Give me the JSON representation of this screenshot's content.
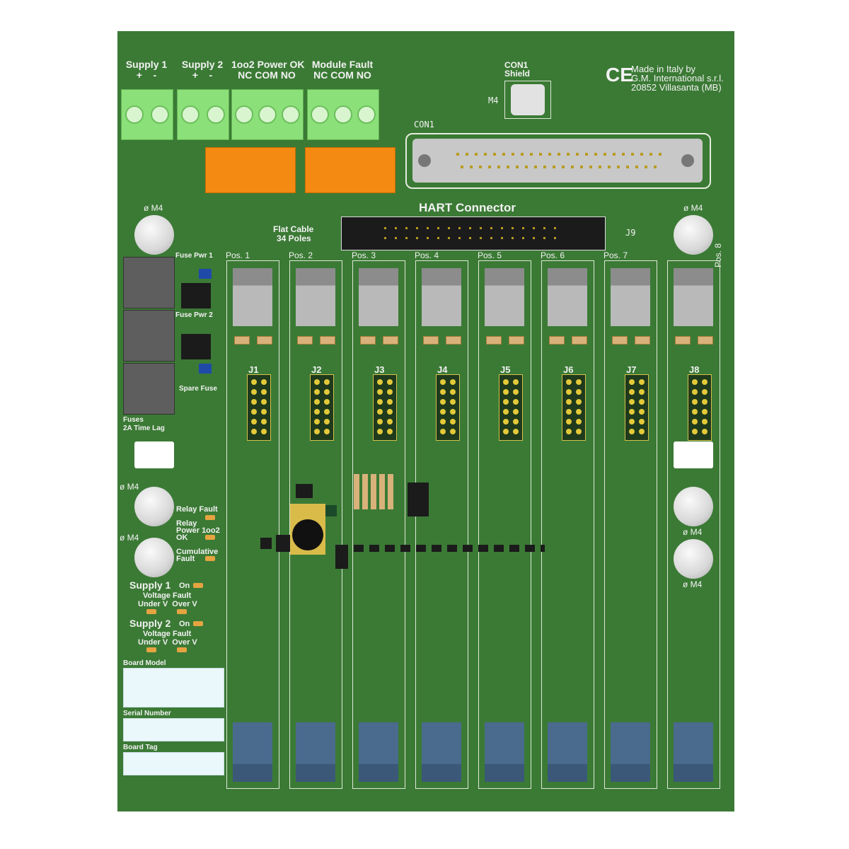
{
  "terminals": [
    {
      "title": "Supply 1",
      "sub": "+    -",
      "pins": 2
    },
    {
      "title": "Supply 2",
      "sub": "+    -",
      "pins": 2
    },
    {
      "title": "1oo2 Power OK",
      "sub": "NC COM NO",
      "pins": 3
    },
    {
      "title": "Module Fault",
      "sub": "NC COM NO",
      "pins": 3
    }
  ],
  "con1_shield": {
    "title": "CON1",
    "sub": "Shield",
    "m4": "M4"
  },
  "manufacturer": {
    "ce": "CE",
    "line1": "Made in Italy by",
    "line2": "G.M. International s.r.l.",
    "line3": "20852 Villasanta (MB)"
  },
  "con1_label": "CON1",
  "hart": {
    "title": "HART Connector",
    "flat1": "Flat Cable",
    "flat2": "34 Poles",
    "j9": "J9"
  },
  "mount_label": "ø M4",
  "fuses": {
    "pwr1": "Fuse Pwr 1",
    "pwr2": "Fuse Pwr 2",
    "spare": "Spare Fuse",
    "label1": "Fuses",
    "label2": "2A Time Lag"
  },
  "leds": {
    "relay_fault": "Relay Fault",
    "relay_power1": "Relay",
    "relay_power2": "Power 1oo2",
    "relay_power3": "OK",
    "cum1": "Cumulative",
    "cum2": "Fault"
  },
  "supply1": {
    "title": "Supply 1",
    "on": "On",
    "vf": "Voltage Fault",
    "uo": "Under V  Over V"
  },
  "supply2": {
    "title": "Supply 2",
    "on": "On",
    "vf": "Voltage Fault",
    "uo": "Under V  Over V"
  },
  "fields": {
    "model": "Board Model",
    "serial": "Serial Number",
    "tag": "Board Tag"
  },
  "slots": [
    {
      "pos": "Pos. 1",
      "j": "J1"
    },
    {
      "pos": "Pos. 2",
      "j": "J2"
    },
    {
      "pos": "Pos. 3",
      "j": "J3"
    },
    {
      "pos": "Pos. 4",
      "j": "J4"
    },
    {
      "pos": "Pos. 5",
      "j": "J5"
    },
    {
      "pos": "Pos. 6",
      "j": "J6"
    },
    {
      "pos": "Pos. 7",
      "j": "J7"
    },
    {
      "pos": "Pos. 8",
      "j": "J8"
    }
  ],
  "colors": {
    "board": "#3b7a35",
    "terminal": "#8ce07a",
    "relay": "#f58a12",
    "connector": "#1b1b1b"
  }
}
